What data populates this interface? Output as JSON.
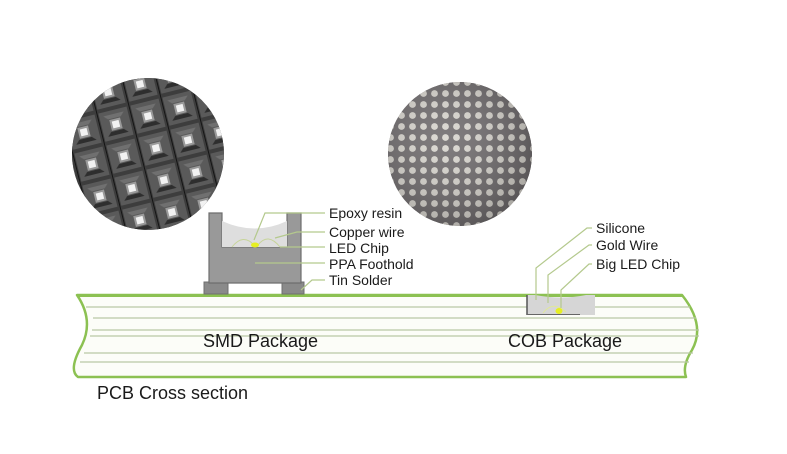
{
  "diagram": {
    "title": "PCB Cross section",
    "colors": {
      "pcb_outline": "#8cc152",
      "pcb_layer_line": "#b7c9a0",
      "pcb_fill": "#fbfdf6",
      "package_gray": "#999999",
      "package_dark": "#7d7d7d",
      "resin_fill": "#dcdcdc",
      "chip_yellow": "#e8f020",
      "leader_line": "#b4c98d",
      "text": "#1a1a1a"
    },
    "smd": {
      "name": "SMD Package",
      "labels": [
        "Epoxy resin",
        "Copper wire",
        "LED Chip",
        "PPA Foothold",
        "Tin Solder"
      ],
      "photo": "SMD LED module close-up (square lamp beads on black grid)"
    },
    "cob": {
      "name": "COB Package",
      "labels": [
        "Silicone",
        "Gold Wire",
        "Big LED Chip"
      ],
      "photo": "COB LED module close-up (dense round dot matrix)"
    }
  }
}
